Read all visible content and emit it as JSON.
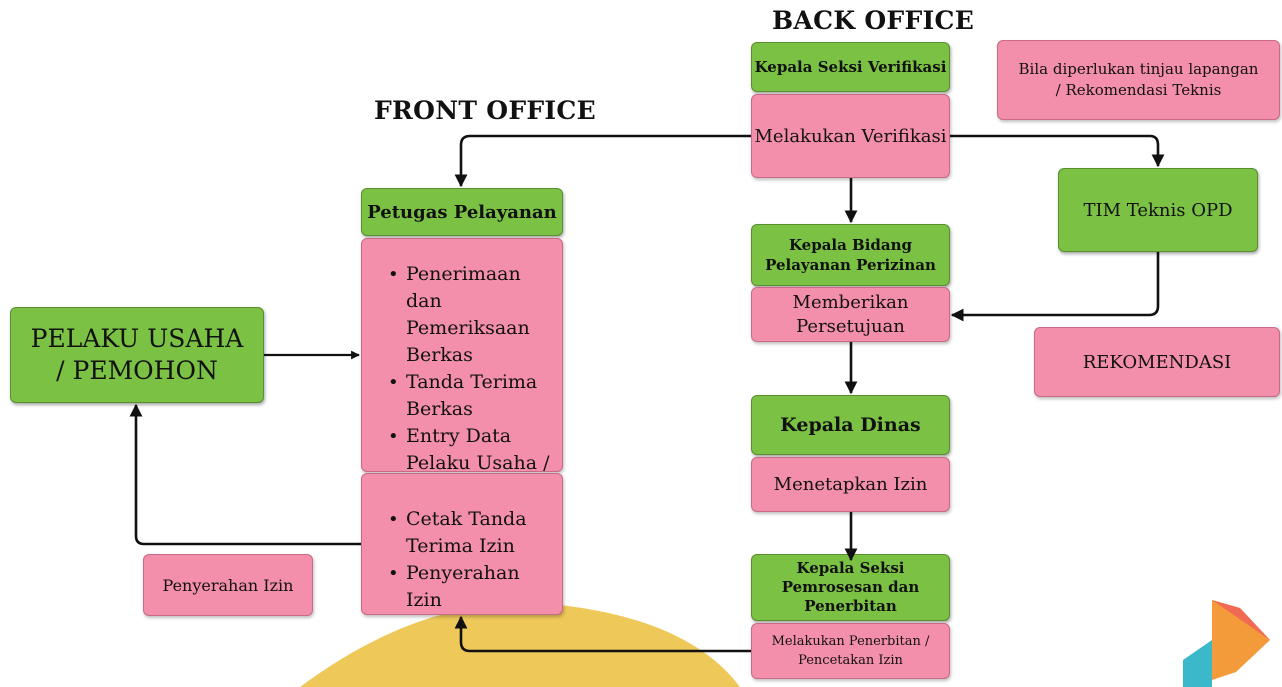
{
  "titles": {
    "back_office": "BACK OFFICE",
    "front_office": "FRONT OFFICE"
  },
  "front": {
    "petugas": "Petugas Pelayanan",
    "tasks": [
      "Penerimaan dan Pemeriksaan Berkas",
      "Tanda Terima Berkas",
      "Entry Data Pelaku Usaha / Pemohon"
    ],
    "tasks2": [
      "Cetak Tanda Terima Izin",
      "Penyerahan Izin"
    ],
    "pelaku": "PELAKU USAHA / PEMOHON",
    "penyerahan": "Penyerahan Izin"
  },
  "back": {
    "kasi_verifikasi": "Kepala Seksi Verifikasi",
    "verifikasi": "Melakukan Verifikasi",
    "kabid": "Kepala Bidang Pelayanan Perizinan",
    "persetujuan": "Memberikan Persetujuan",
    "kadis": "Kepala Dinas",
    "menetapkan": "Menetapkan Izin",
    "kasi_pemrosesan": "Kepala Seksi Pemrosesan dan Penerbitan",
    "penerbitan": "Melakukan Penerbitan / Pencetakan Izin"
  },
  "side": {
    "tinjau": "Bila diperlukan tinjau lapangan / Rekomendasi Teknis",
    "tim": "TIM Teknis OPD",
    "rekomendasi": "REKOMENDASI"
  },
  "colors": {
    "green": "#7ac144",
    "pink": "#f38fab",
    "decor_yellow": "#eec95a"
  }
}
